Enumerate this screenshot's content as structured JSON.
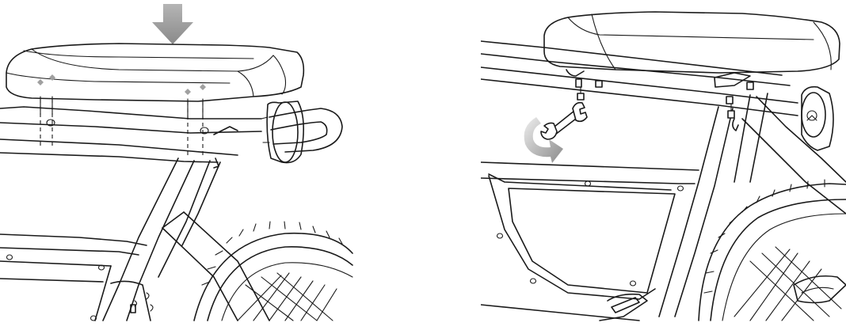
{
  "figure": {
    "panels": [
      {
        "id": "step-place-seat",
        "shows": [
          "seat",
          "mounting-bolts",
          "rear-rack-frame",
          "rear-wheel",
          "rear-light"
        ],
        "indicator": "down-arrow-icon"
      },
      {
        "id": "step-tighten-nuts",
        "shows": [
          "seat",
          "mounting-nuts",
          "wrench",
          "rear-rack-frame",
          "rear-wheel",
          "rear-light"
        ],
        "indicator": "rotate-arrow-icon"
      }
    ],
    "colors": {
      "line": "#1a1a1a",
      "background": "#ffffff",
      "arrow": "#9a9a9a",
      "pin": "#a0a0a0"
    }
  }
}
